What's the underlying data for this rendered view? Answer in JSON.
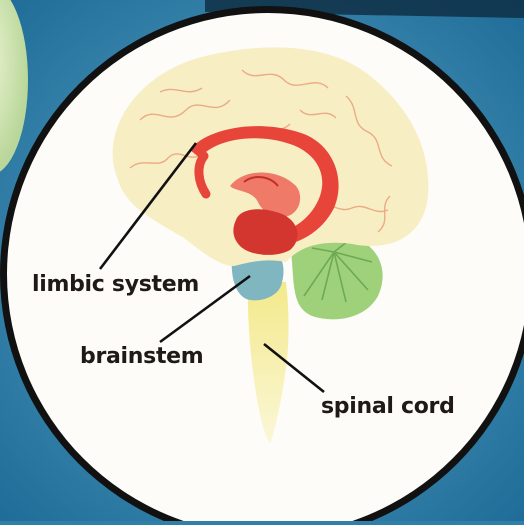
{
  "labels": {
    "limbic_system": "limbic system",
    "brainstem": "brainstem",
    "spinal_cord": "spinal cord"
  },
  "colors": {
    "background": "#2f7fa8",
    "panel": "#fdfcf8",
    "frame": "#1a1a1a",
    "cerebrum": "#f8eec4",
    "cerebrum_fold": "#e9a07a",
    "limbic": "#e8453a",
    "brainstem": "#7fb6c0",
    "spinal_cord": "#f3e98a",
    "cerebellum": "#9fd17a",
    "leader_line": "#111111",
    "label_text": "#1f1a17"
  }
}
